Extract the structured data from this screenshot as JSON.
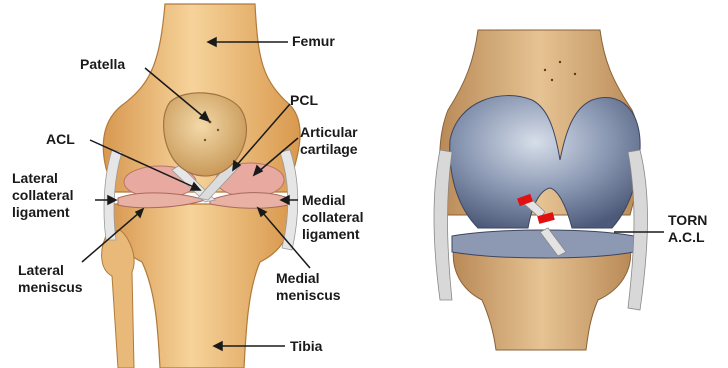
{
  "left_labels": {
    "femur": "Femur",
    "patella": "Patella",
    "pcl": "PCL",
    "acl": "ACL",
    "articular_cartilage": [
      "Articular",
      "cartilage"
    ],
    "lateral_collateral_ligament": [
      "Lateral",
      "collateral",
      "ligament"
    ],
    "medial_collateral_ligament": [
      "Medial",
      "collateral",
      "ligament"
    ],
    "lateral_meniscus": [
      "Lateral",
      "meniscus"
    ],
    "medial_meniscus": [
      "Medial",
      "meniscus"
    ],
    "tibia": "Tibia"
  },
  "right_labels": {
    "torn_acl": [
      "TORN",
      "A.C.L"
    ]
  },
  "colors": {
    "bone": "#f2c98a",
    "bone_shade": "#d99a4e",
    "cartilage_pink": "#e8a9a0",
    "ligament": "#e6e6e6",
    "blue_cartilage": "#7c8aa8",
    "tear_red": "#e01010",
    "label": "#1a1a1a"
  }
}
